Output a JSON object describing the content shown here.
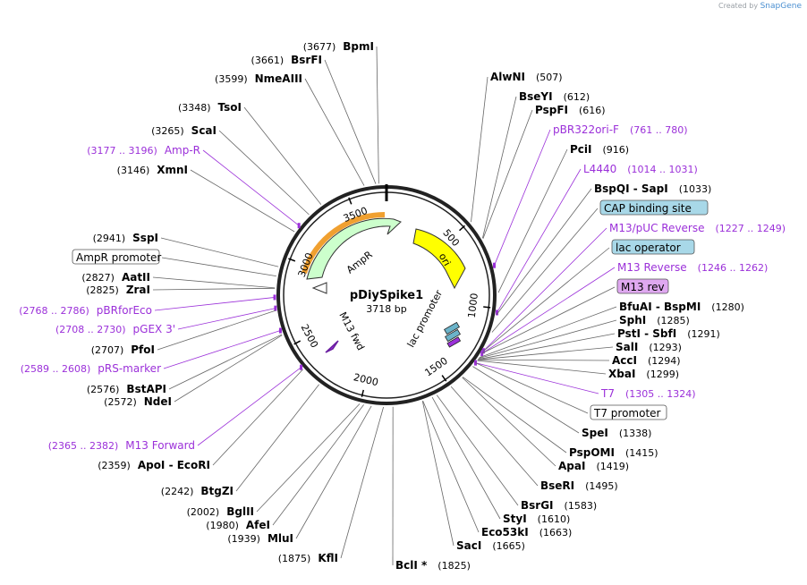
{
  "credit": {
    "prefix": "Created by",
    "brand": "SnapGene"
  },
  "plasmid": {
    "name": "pDiySpike1",
    "length": "3718 bp"
  },
  "ticks": [
    "500",
    "1000",
    "1500",
    "2000",
    "2500",
    "3000",
    "3500"
  ],
  "features": [
    {
      "name": "AmpR",
      "color": "#ccffcc"
    },
    {
      "name": "ori",
      "color": "#ffff00"
    },
    {
      "name": "lac promoter",
      "color": "#ffffff"
    },
    {
      "name": "M13 fwd",
      "color": "#9b30d9"
    }
  ],
  "right_labels": [
    {
      "enzyme": "AlwNI",
      "pos": "(507)"
    },
    {
      "enzyme": "BseYI",
      "pos": "(612)"
    },
    {
      "enzyme": "PspFI",
      "pos": "(616)"
    },
    {
      "primer": "pBR322ori-F",
      "range": "(761 .. 780)"
    },
    {
      "enzyme": "PciI",
      "pos": "(916)"
    },
    {
      "primer": "L4440",
      "range": "(1014 .. 1031)"
    },
    {
      "enzyme": "BspQI  -  SapI",
      "pos": "(1033)"
    },
    {
      "box": "CAP binding site",
      "color": "#a8d8e8"
    },
    {
      "primer": "M13/pUC Reverse",
      "range": "(1227 .. 1249)"
    },
    {
      "box": "lac operator",
      "color": "#a8d8e8"
    },
    {
      "primer": "M13 Reverse",
      "range": "(1246 .. 1262)"
    },
    {
      "box": "M13 rev",
      "color": "#dfa8f0"
    },
    {
      "enzyme": "BfuAI  -  BspMI",
      "pos": "(1280)"
    },
    {
      "enzyme": "SphI",
      "pos": "(1285)"
    },
    {
      "enzyme": "PstI  -  SbfI",
      "pos": "(1291)"
    },
    {
      "enzyme": "SalI",
      "pos": "(1293)"
    },
    {
      "enzyme": "AccI",
      "pos": "(1294)"
    },
    {
      "enzyme": "XbaI",
      "pos": "(1299)"
    },
    {
      "primer": "T7",
      "range": "(1305 .. 1324)"
    },
    {
      "box": "T7 promoter",
      "color": "#ffffff"
    },
    {
      "enzyme": "SpeI",
      "pos": "(1338)"
    },
    {
      "enzyme": "PspOMI",
      "pos": "(1415)"
    },
    {
      "enzyme": "ApaI",
      "pos": "(1419)"
    },
    {
      "enzyme": "BseRI",
      "pos": "(1495)"
    },
    {
      "enzyme": "BsrGI",
      "pos": "(1583)"
    },
    {
      "enzyme": "StyI",
      "pos": "(1610)"
    },
    {
      "enzyme": "Eco53kI",
      "pos": "(1663)"
    },
    {
      "enzyme": "SacI",
      "pos": "(1665)"
    },
    {
      "enzyme": "BclI *",
      "pos": "(1825)"
    }
  ],
  "left_labels": [
    {
      "enzyme": "BpmI",
      "pos": "(3677)"
    },
    {
      "enzyme": "BsrFI",
      "pos": "(3661)"
    },
    {
      "enzyme": "NmeAIII",
      "pos": "(3599)"
    },
    {
      "enzyme": "TsoI",
      "pos": "(3348)"
    },
    {
      "enzyme": "ScaI",
      "pos": "(3265)"
    },
    {
      "primer": "Amp-R",
      "range": "(3177 .. 3196)"
    },
    {
      "enzyme": "XmnI",
      "pos": "(3146)"
    },
    {
      "enzyme": "SspI",
      "pos": "(2941)"
    },
    {
      "box": "AmpR promoter",
      "color": "#ffffff"
    },
    {
      "enzyme": "AatII",
      "pos": "(2827)"
    },
    {
      "enzyme": "ZraI",
      "pos": "(2825)"
    },
    {
      "primer": "pBRforEco",
      "range": "(2768 .. 2786)"
    },
    {
      "primer": "pGEX 3'",
      "range": "(2708 .. 2730)"
    },
    {
      "enzyme": "PfoI",
      "pos": "(2707)"
    },
    {
      "primer": "pRS-marker",
      "range": "(2589 .. 2608)"
    },
    {
      "enzyme": "BstAPI",
      "pos": "(2576)"
    },
    {
      "enzyme": "NdeI",
      "pos": "(2572)"
    },
    {
      "primer": "M13 Forward",
      "range": "(2365 .. 2382)"
    },
    {
      "enzyme": "ApoI  -  EcoRI",
      "pos": "(2359)"
    },
    {
      "enzyme": "BtgZI",
      "pos": "(2242)"
    },
    {
      "enzyme": "BglII",
      "pos": "(2002)"
    },
    {
      "enzyme": "AfeI",
      "pos": "(1980)"
    },
    {
      "enzyme": "MluI",
      "pos": "(1939)"
    },
    {
      "enzyme": "KflI",
      "pos": "(1875)"
    }
  ]
}
